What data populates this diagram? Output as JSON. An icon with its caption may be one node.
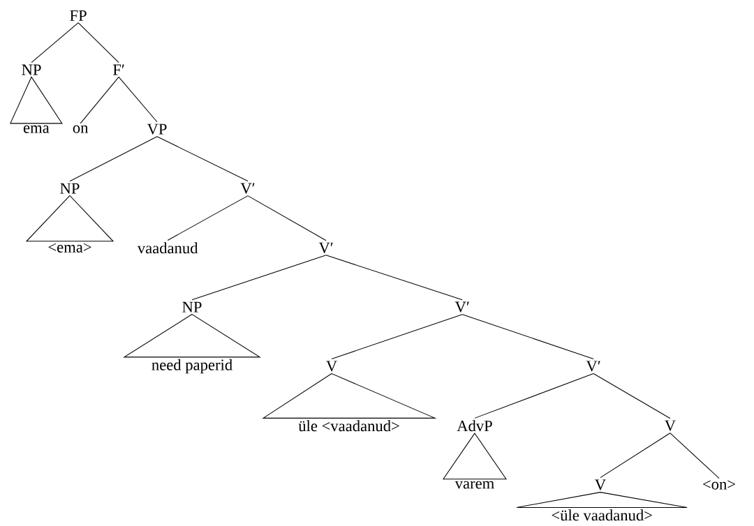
{
  "diagram": {
    "nodes": [
      {
        "text": [
          "FP"
        ]
      },
      {
        "text": [
          "NP"
        ]
      },
      {
        "text": [
          "F′"
        ]
      },
      {
        "text": [
          "ema"
        ]
      },
      {
        "text": [
          "on"
        ]
      },
      {
        "text": [
          "VP"
        ]
      },
      {
        "text": [
          "NP"
        ]
      },
      {
        "text": [
          "V′"
        ]
      },
      {
        "text": [
          "<ema>"
        ]
      },
      {
        "text": [
          "vaadanud"
        ]
      },
      {
        "text": [
          "V′"
        ]
      },
      {
        "text": [
          "NP"
        ]
      },
      {
        "text": [
          "V′"
        ]
      },
      {
        "text": [
          "need paperid"
        ]
      },
      {
        "text": [
          "V"
        ]
      },
      {
        "text": [
          "V′"
        ]
      },
      {
        "text": [
          "üle <vaadanud>"
        ]
      },
      {
        "text": [
          "AdvP"
        ]
      },
      {
        "text": [
          "V"
        ]
      },
      {
        "text": [
          "varem"
        ]
      },
      {
        "text": [
          "V"
        ]
      },
      {
        "text": [
          "<on>"
        ]
      },
      {
        "text": [
          "<üle vaadanud>"
        ]
      }
    ],
    "edges": [
      {
        "from": 0,
        "to": 1,
        "arrow": "none"
      },
      {
        "from": 0,
        "to": 2,
        "arrow": "none"
      },
      {
        "from": 1,
        "to": 3,
        "arrow": "none"
      },
      {
        "from": 2,
        "to": 4,
        "arrow": "none"
      },
      {
        "from": 2,
        "to": 5,
        "arrow": "none"
      },
      {
        "from": 5,
        "to": 6,
        "arrow": "none"
      },
      {
        "from": 5,
        "to": 7,
        "arrow": "none"
      },
      {
        "from": 6,
        "to": 8,
        "arrow": "none"
      },
      {
        "from": 7,
        "to": 9,
        "arrow": "none"
      },
      {
        "from": 7,
        "to": 10,
        "arrow": "none"
      },
      {
        "from": 10,
        "to": 11,
        "arrow": "none"
      },
      {
        "from": 10,
        "to": 12,
        "arrow": "none"
      },
      {
        "from": 11,
        "to": 13,
        "arrow": "none"
      },
      {
        "from": 12,
        "to": 14,
        "arrow": "none"
      },
      {
        "from": 12,
        "to": 15,
        "arrow": "none"
      },
      {
        "from": 14,
        "to": 16,
        "arrow": "none"
      },
      {
        "from": 15,
        "to": 17,
        "arrow": "none"
      },
      {
        "from": 15,
        "to": 18,
        "arrow": "none"
      },
      {
        "from": 17,
        "to": 19,
        "arrow": "none"
      },
      {
        "from": 18,
        "to": 20,
        "arrow": "none"
      },
      {
        "from": 18,
        "to": 21,
        "arrow": "none"
      },
      {
        "from": 20,
        "to": 22,
        "arrow": "none"
      }
    ]
  }
}
